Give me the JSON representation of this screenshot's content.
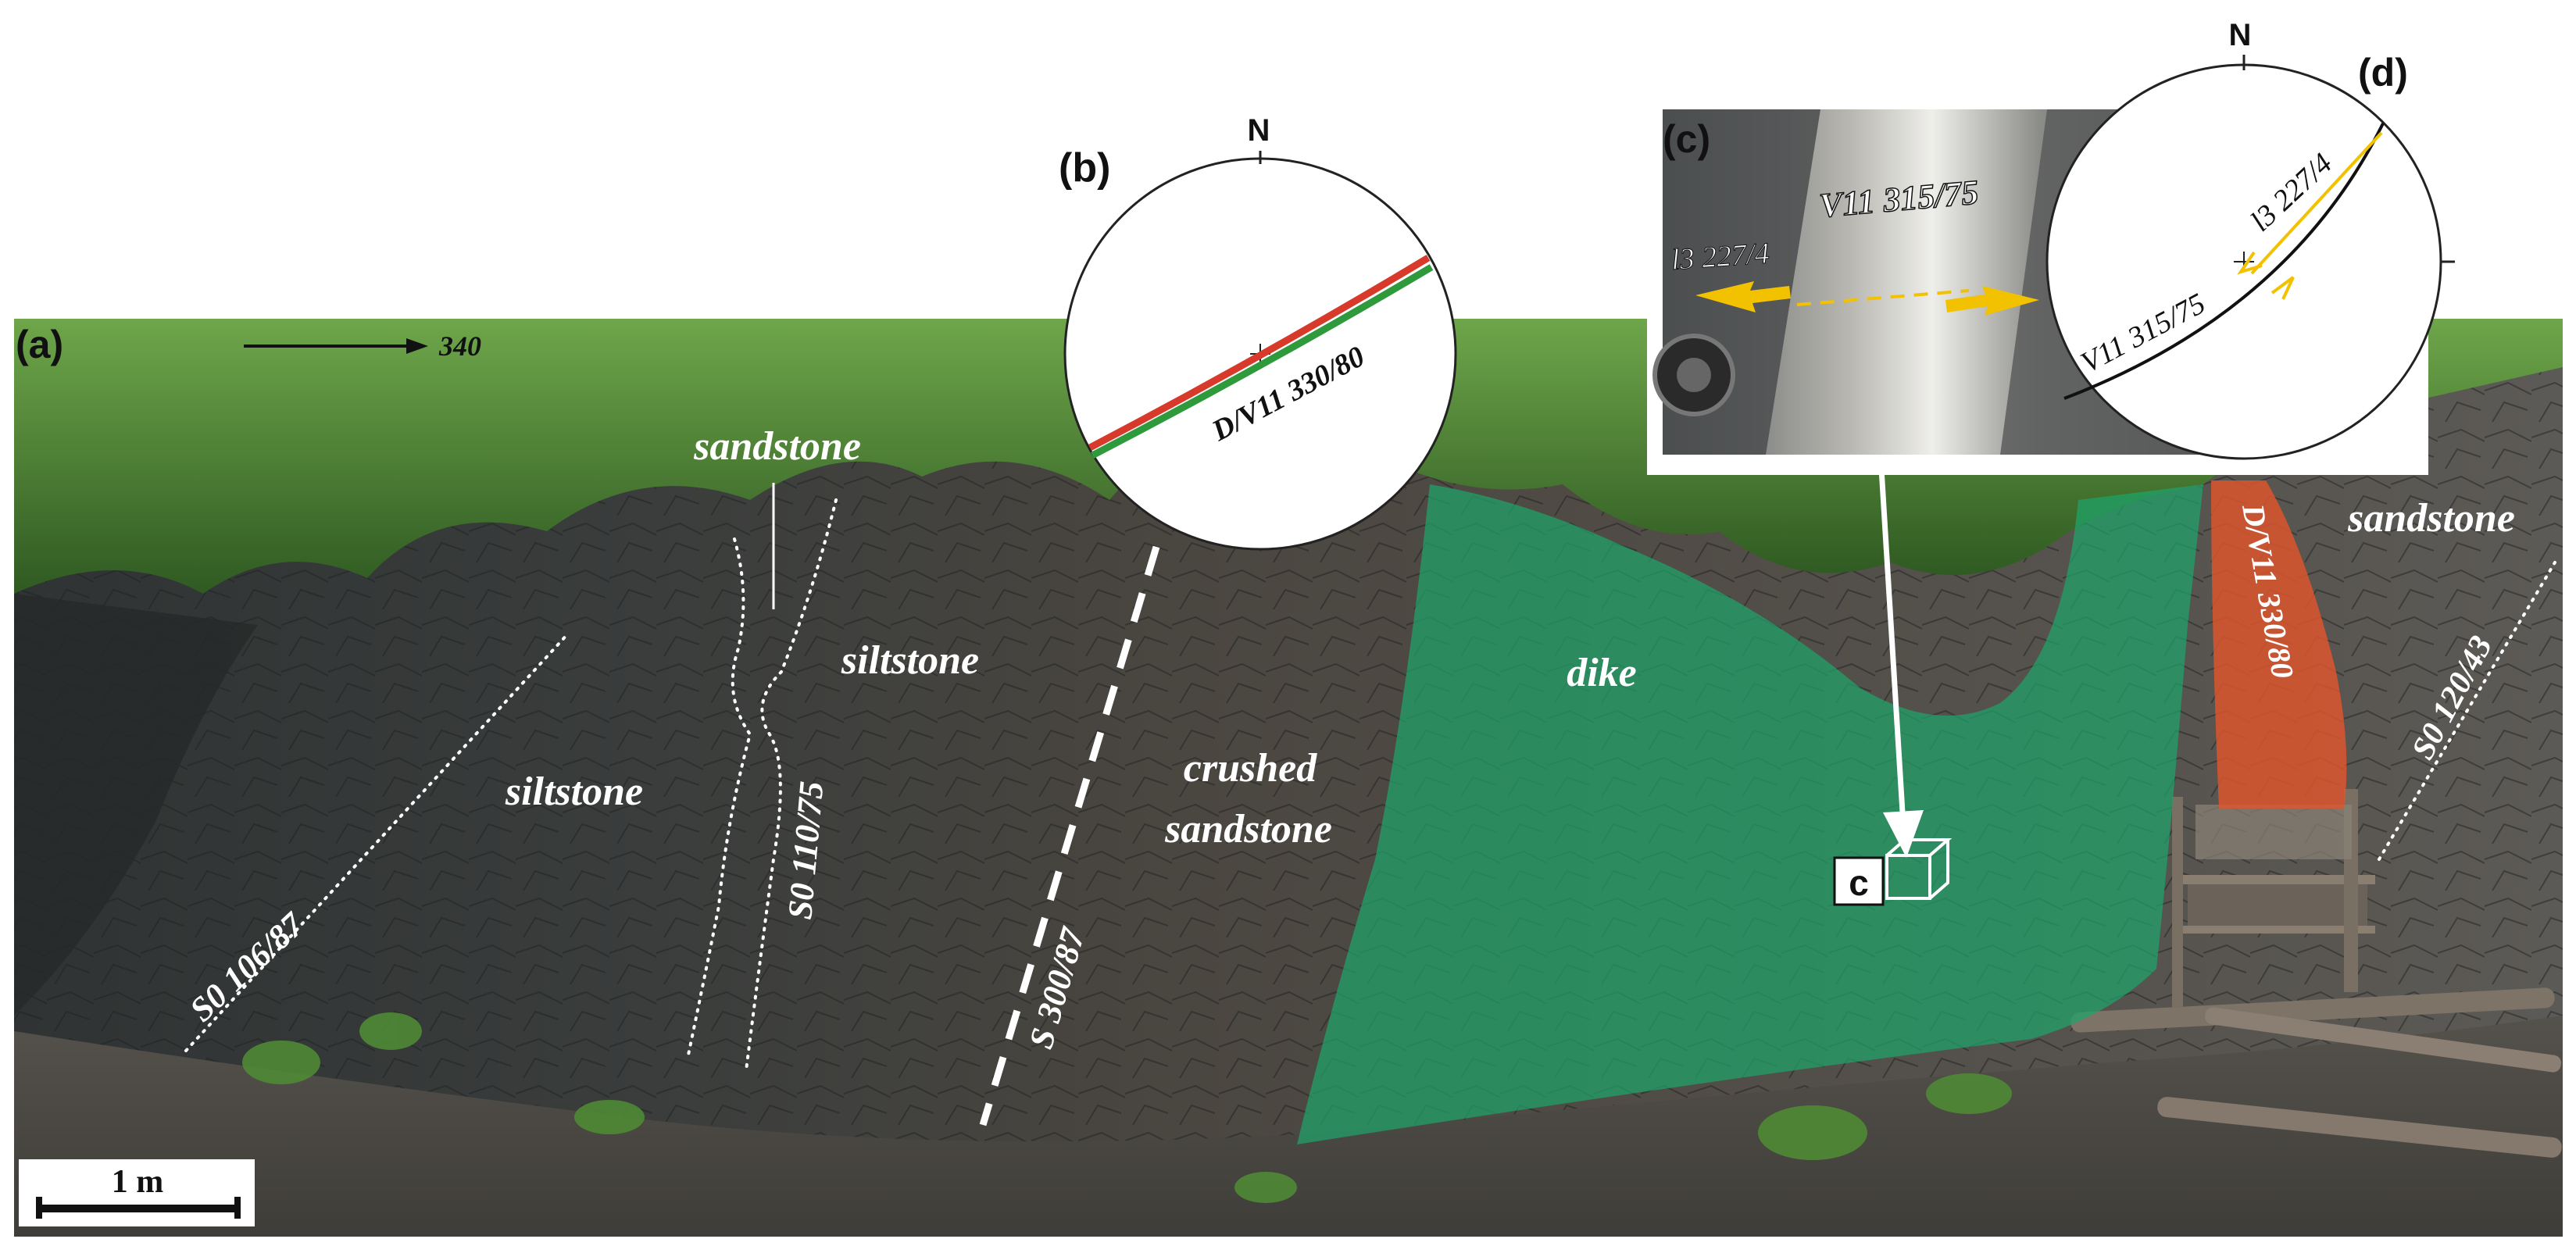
{
  "panels": {
    "a": "(a)",
    "b": "(b)",
    "c": "(c)",
    "d": "(d)"
  },
  "photo": {
    "direction_label": "340",
    "rock_labels": {
      "sandstone_top": "sandstone",
      "siltstone_left": "siltstone",
      "siltstone_center": "siltstone",
      "crushed_line1": "crushed",
      "crushed_line2": "sandstone",
      "dike": "dike",
      "sandstone_right": "sandstone"
    },
    "structure_labels": {
      "s0_left": "S0 106/87",
      "s0_mid": "S0 110/75",
      "s_cleavage": "S 300/87",
      "fault_orange": "D/V11 330/80",
      "s0_right": "S0 120/43"
    },
    "inset_box_label": "c",
    "scale_bar": "1 m"
  },
  "stereonet_b": {
    "north": "N",
    "plane_label": "D/V11 330/80"
  },
  "photo_c": {
    "plane_label": "V11 315/75",
    "lineation_label": "l3  227/4"
  },
  "stereonet_d": {
    "north": "N",
    "lineation_label": "l3 227/4",
    "plane_label": "V11 315/75"
  },
  "colors": {
    "dike_overlay": "#1fa36a",
    "fault_overlay": "#e0562c",
    "great_circle_red": "#d7392a",
    "great_circle_green": "#2f9a3c",
    "arrow_yellow": "#f2c200"
  }
}
